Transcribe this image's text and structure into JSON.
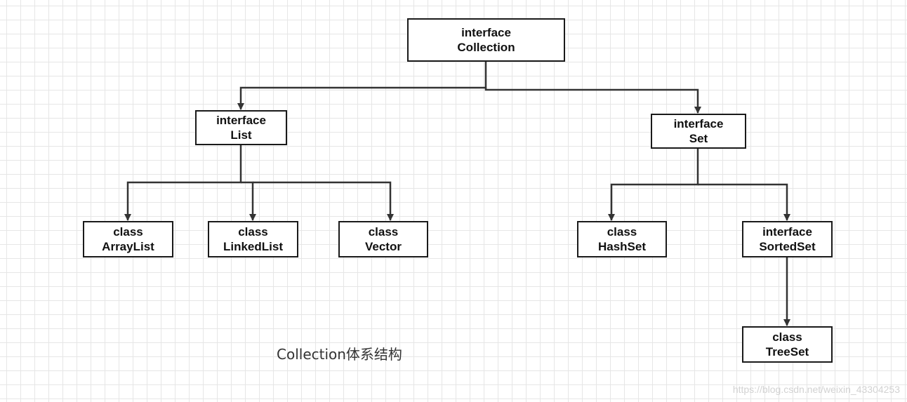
{
  "nodes": {
    "collection": {
      "line1": "interface",
      "line2": "Collection"
    },
    "list": {
      "line1": "interface",
      "line2": "List"
    },
    "set": {
      "line1": "interface",
      "line2": "Set"
    },
    "arraylist": {
      "line1": "class",
      "line2": "ArrayList"
    },
    "linkedlist": {
      "line1": "class",
      "line2": "LinkedList"
    },
    "vector": {
      "line1": "class",
      "line2": "Vector"
    },
    "hashset": {
      "line1": "class",
      "line2": "HashSet"
    },
    "sortedset": {
      "line1": "interface",
      "line2": "SortedSet"
    },
    "treeset": {
      "line1": "class",
      "line2": "TreeSet"
    }
  },
  "caption": "Collection体系结构",
  "watermark": "https://blog.csdn.net/weixin_43304253",
  "colors": {
    "line": "#333333",
    "border": "#1a1a1a",
    "grid": "#e6e6e6"
  }
}
